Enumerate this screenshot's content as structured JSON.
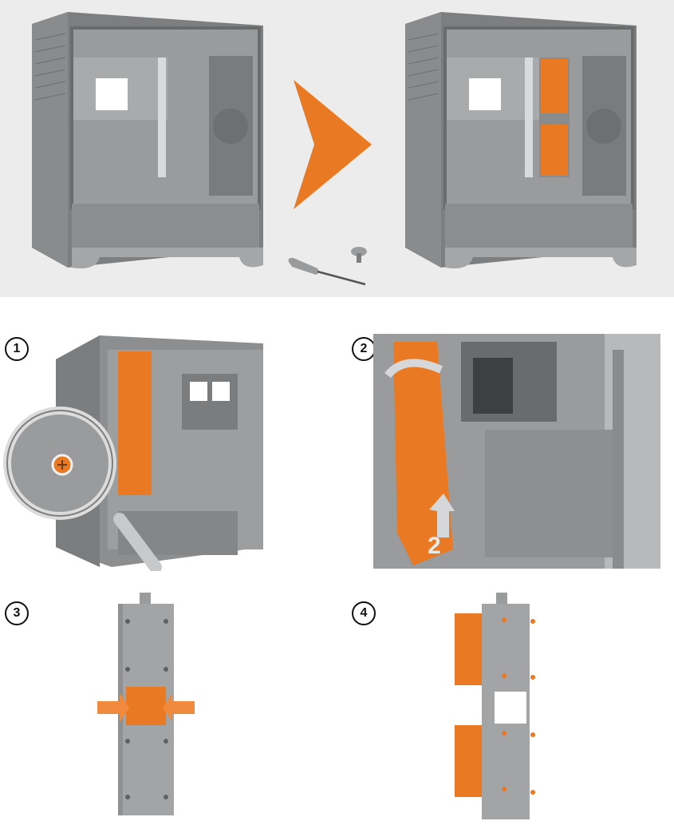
{
  "steps": [
    {
      "number": "1"
    },
    {
      "number": "2"
    },
    {
      "number": "3"
    },
    {
      "number": "4"
    }
  ],
  "callout_number": "2",
  "colors": {
    "accent_orange": "#e97a23",
    "case_gray": "#8f9091",
    "case_dark": "#6f7071",
    "case_light": "#b4b5b6",
    "hero_bg": "#ececec"
  }
}
